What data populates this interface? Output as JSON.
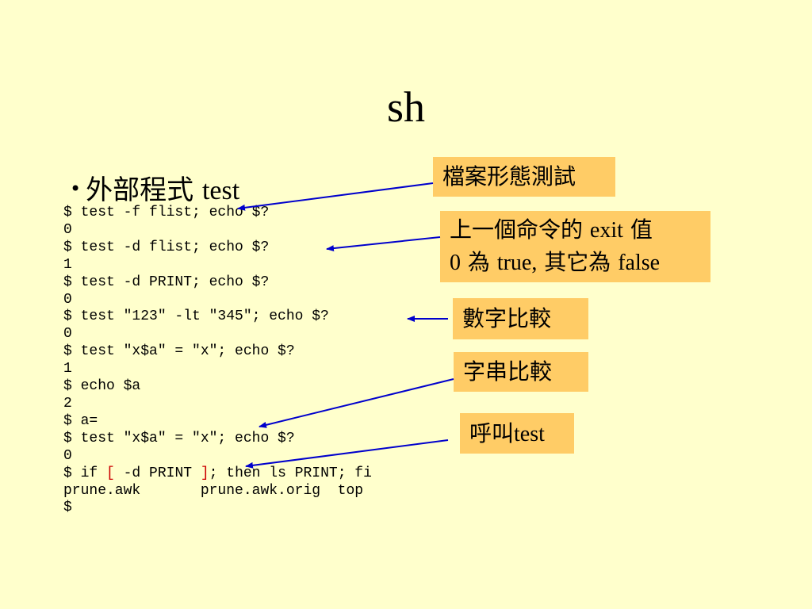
{
  "slide": {
    "title": "sh",
    "bullet": {
      "cjk": "外部程式",
      "word": "test"
    }
  },
  "code_lines": [
    {
      "pre": "$ test -f flist; echo $?"
    },
    {
      "pre": "0"
    },
    {
      "pre": "$ test -d flist; echo $?"
    },
    {
      "pre": "1"
    },
    {
      "pre": "$ test -d PRINT; echo $?"
    },
    {
      "pre": "0"
    },
    {
      "pre": "$ test \"123\" -lt \"345\"; echo $?"
    },
    {
      "pre": "0"
    },
    {
      "pre": "$ test \"x$a\" = \"x\"; echo $?"
    },
    {
      "pre": "1"
    },
    {
      "pre": "$ echo $a"
    },
    {
      "pre": "2"
    },
    {
      "pre": "$ a="
    },
    {
      "pre": "$ test \"x$a\" = \"x\"; echo $?"
    },
    {
      "pre": "0"
    },
    {
      "pre": "$ if ",
      "br1": "[",
      "mid": " -d PRINT ",
      "br2": "]",
      "post": "; then ls PRINT; fi"
    },
    {
      "pre": "prune.awk       prune.awk.orig  top"
    },
    {
      "pre": "$"
    }
  ],
  "callouts": {
    "file_type": {
      "cjk": "檔案形態測試"
    },
    "exit_value": {
      "l1_cjk_a": "上一個命令的",
      "l1_latin": "exit",
      "l1_cjk_b": "值",
      "l2_a": "0",
      "l2_cjk_a": "為",
      "l2_latin_a": "true,",
      "l2_cjk_b": "其它為",
      "l2_latin_b": "false"
    },
    "numeric": {
      "cjk": "數字比較"
    },
    "string": {
      "cjk": "字串比較"
    },
    "call_test": {
      "cjk": "呼叫",
      "latin": "test"
    }
  },
  "colors": {
    "background": "#FFFFCC",
    "callout_fill": "#FFCC66",
    "arrow": "#0000CC",
    "bracket": "#CC0000"
  }
}
